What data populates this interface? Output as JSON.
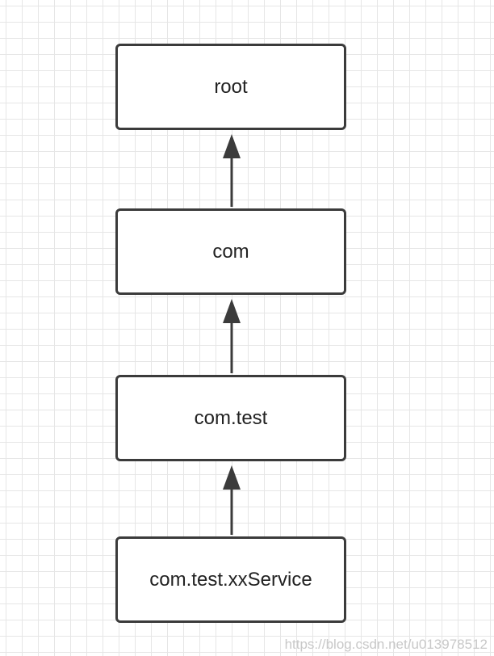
{
  "diagram": {
    "nodes": [
      {
        "id": "root",
        "label": "root"
      },
      {
        "id": "com",
        "label": "com"
      },
      {
        "id": "com-test",
        "label": "com.test"
      },
      {
        "id": "com-test-xxservice",
        "label": "com.test.xxService"
      }
    ],
    "edges": [
      {
        "from": "com",
        "to": "root"
      },
      {
        "from": "com-test",
        "to": "com"
      },
      {
        "from": "com-test-xxservice",
        "to": "com-test"
      }
    ],
    "colors": {
      "stroke": "#3b3b3b",
      "text": "#222222",
      "grid": "#e6e6e6"
    }
  },
  "watermark": "https://blog.csdn.net/u013978512"
}
